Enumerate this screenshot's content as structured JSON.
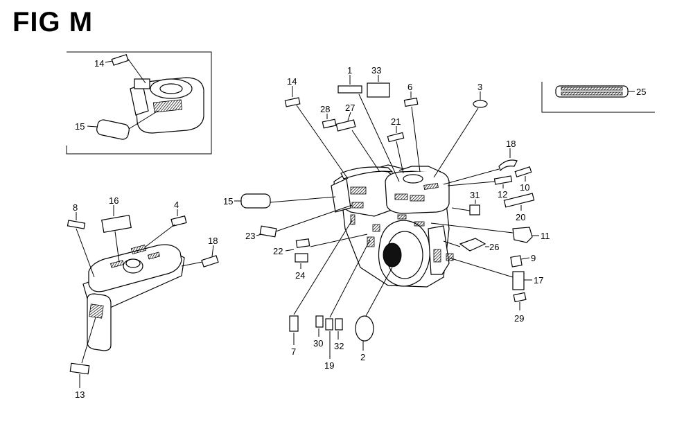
{
  "figure": {
    "title": "FIG M"
  },
  "callouts": [
    {
      "id": "c14a",
      "label": "14"
    },
    {
      "id": "c15a",
      "label": "15"
    },
    {
      "id": "c8",
      "label": "8"
    },
    {
      "id": "c16",
      "label": "16"
    },
    {
      "id": "c4",
      "label": "4"
    },
    {
      "id": "c18a",
      "label": "18"
    },
    {
      "id": "c13",
      "label": "13"
    },
    {
      "id": "c14b",
      "label": "14"
    },
    {
      "id": "c1",
      "label": "1"
    },
    {
      "id": "c33",
      "label": "33"
    },
    {
      "id": "c6",
      "label": "6"
    },
    {
      "id": "c3",
      "label": "3"
    },
    {
      "id": "c28",
      "label": "28"
    },
    {
      "id": "c27",
      "label": "27"
    },
    {
      "id": "c21",
      "label": "21"
    },
    {
      "id": "c25",
      "label": "25"
    },
    {
      "id": "c18b",
      "label": "18"
    },
    {
      "id": "c12",
      "label": "12"
    },
    {
      "id": "c10",
      "label": "10"
    },
    {
      "id": "c31",
      "label": "31"
    },
    {
      "id": "c20",
      "label": "20"
    },
    {
      "id": "c15b",
      "label": "15"
    },
    {
      "id": "c11",
      "label": "11"
    },
    {
      "id": "c23",
      "label": "23"
    },
    {
      "id": "c22",
      "label": "22"
    },
    {
      "id": "c26",
      "label": "26"
    },
    {
      "id": "c24",
      "label": "24"
    },
    {
      "id": "c9",
      "label": "9"
    },
    {
      "id": "c17",
      "label": "17"
    },
    {
      "id": "c29",
      "label": "29"
    },
    {
      "id": "c7",
      "label": "7"
    },
    {
      "id": "c30",
      "label": "30"
    },
    {
      "id": "c19",
      "label": "19"
    },
    {
      "id": "c32",
      "label": "32"
    },
    {
      "id": "c2",
      "label": "2"
    }
  ]
}
